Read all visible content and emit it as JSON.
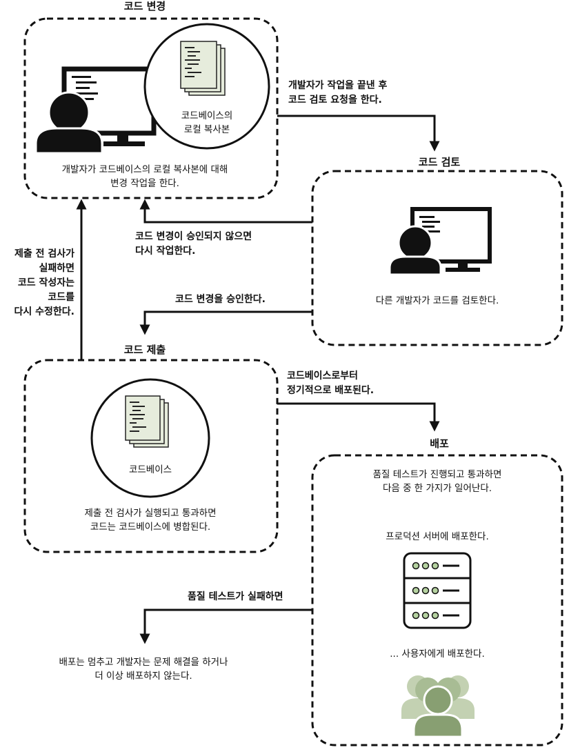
{
  "stages": {
    "code_change": {
      "title": "코드 변경",
      "local_copy_label": [
        "코드베이스의",
        "로컬 복사본"
      ],
      "description": [
        "개발자가 코드베이스의 로컬 복사본에 대해",
        "변경 작업을 한다."
      ]
    },
    "code_review": {
      "title": "코드 검토",
      "description": "다른 개발자가 코드를 검토한다."
    },
    "code_submit": {
      "title": "코드 제출",
      "codebase_label": "코드베이스",
      "description": [
        "제출 전 검사가 실행되고 통과하면",
        "코드는 코드베이스에 병합된다."
      ]
    },
    "deploy": {
      "title": "배포",
      "intro": [
        "품질 테스트가 진행되고 통과하면",
        "다음 중 한 가지가 일어난다."
      ],
      "option_server": "프로덕션 서버에 배포한다.",
      "option_users": "... 사용자에게 배포한다."
    }
  },
  "transitions": {
    "to_review": [
      "개발자가 작업을 끝낸 후",
      "코드 검토 요청을 한다."
    ],
    "not_approved": [
      "코드 변경이 승인되지 않으면",
      "다시 작업한다."
    ],
    "approved": "코드 변경을 승인한다.",
    "precheck_failed": [
      "제출 전 검사가",
      "실패하면",
      "코드 작성자는",
      "코드를",
      "다시 수정한다."
    ],
    "to_deploy": [
      "코드베이스로부터",
      "정기적으로 배포된다."
    ],
    "quality_failed": "품질 테스트가 실패하면"
  },
  "outcome_failed": [
    "배포는 멈추고 개발자는 문제 해결을 하거나",
    "더 이상 배포하지 않는다."
  ],
  "colors": {
    "ink": "#111111",
    "paper": "#e6ecdc",
    "paper_line": "#222222",
    "server_led": "#b5d2a0",
    "users_light": "#c3d1b2",
    "users_mid": "#a8bc94",
    "users_dark": "#889f72"
  },
  "icons": [
    "developer-icon",
    "monitor-icon",
    "document-stack-icon",
    "server-icon",
    "users-icon"
  ]
}
